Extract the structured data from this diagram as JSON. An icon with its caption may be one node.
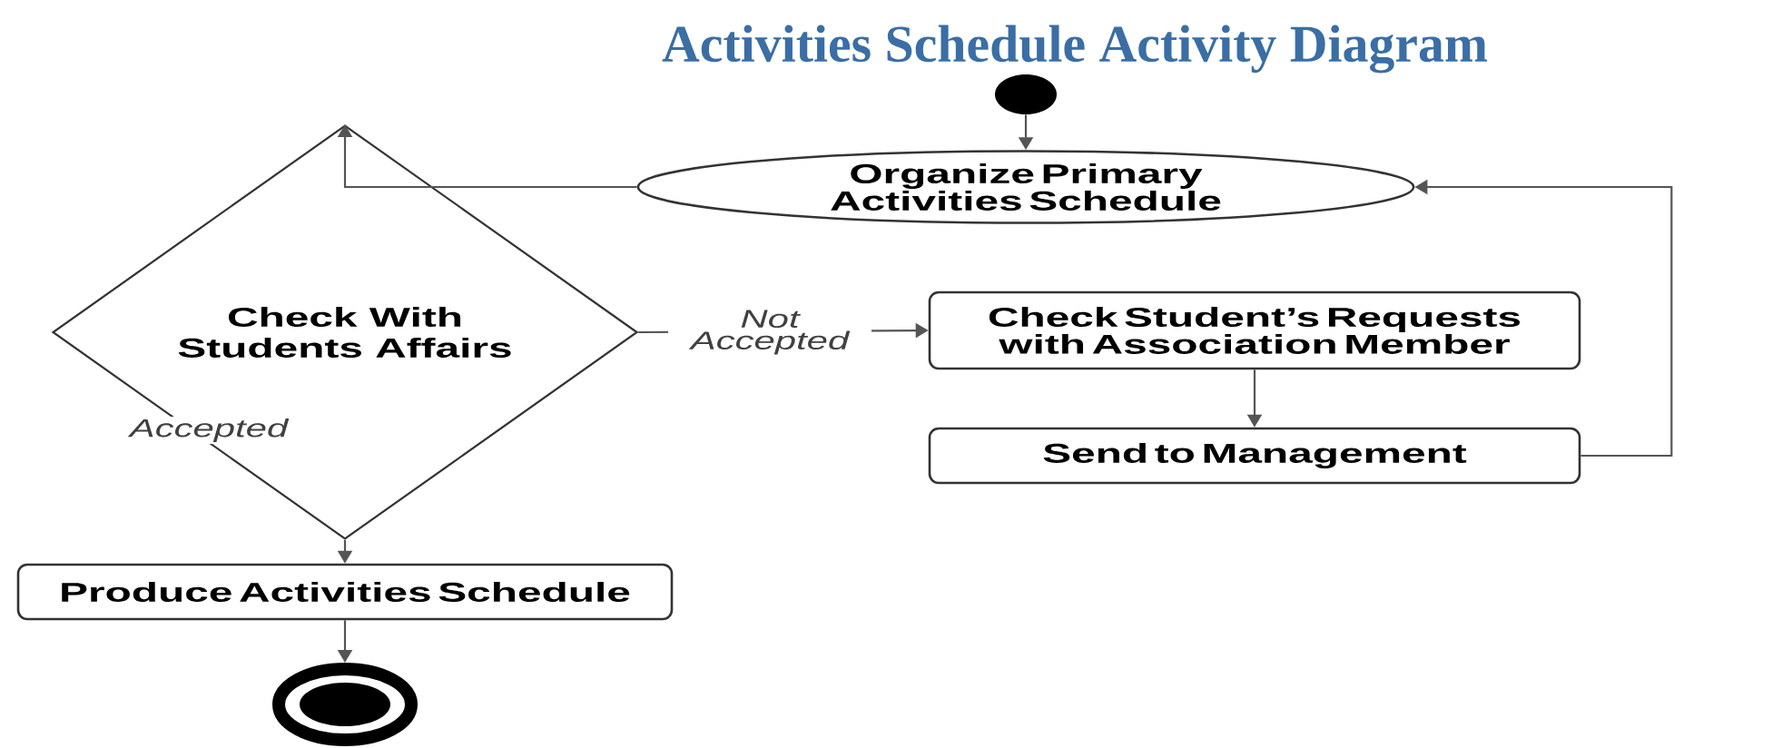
{
  "diagram": {
    "title": "Activities Schedule Activity Diagram",
    "nodes": [
      {
        "text": [],
        "shape": "circle"
      },
      {
        "text": [
          "Organize Primary Activities Schedule"
        ]
      },
      {
        "text": [
          "Check With Students Affairs"
        ]
      },
      {
        "text": [
          "Check Student’s Requests with Association Member"
        ]
      },
      {
        "text": [
          "Send to Management"
        ]
      },
      {
        "text": [
          "Produce Activities Schedule"
        ]
      },
      {
        "text": [],
        "shape": "bullseye"
      }
    ],
    "edges": [
      {
        "from": 0,
        "to": 1,
        "arrow": "to"
      },
      {
        "from": 1,
        "to": 2,
        "arrow": "to"
      },
      {
        "from": 2,
        "to": 3,
        "arrow": "to",
        "label": "Not Accepted"
      },
      {
        "from": 2,
        "to": 5,
        "arrow": "to",
        "label": "Accepted"
      },
      {
        "from": 3,
        "to": 4,
        "arrow": "to"
      },
      {
        "from": 4,
        "to": 1,
        "arrow": "to"
      },
      {
        "from": 5,
        "to": 6,
        "arrow": "to"
      }
    ]
  }
}
